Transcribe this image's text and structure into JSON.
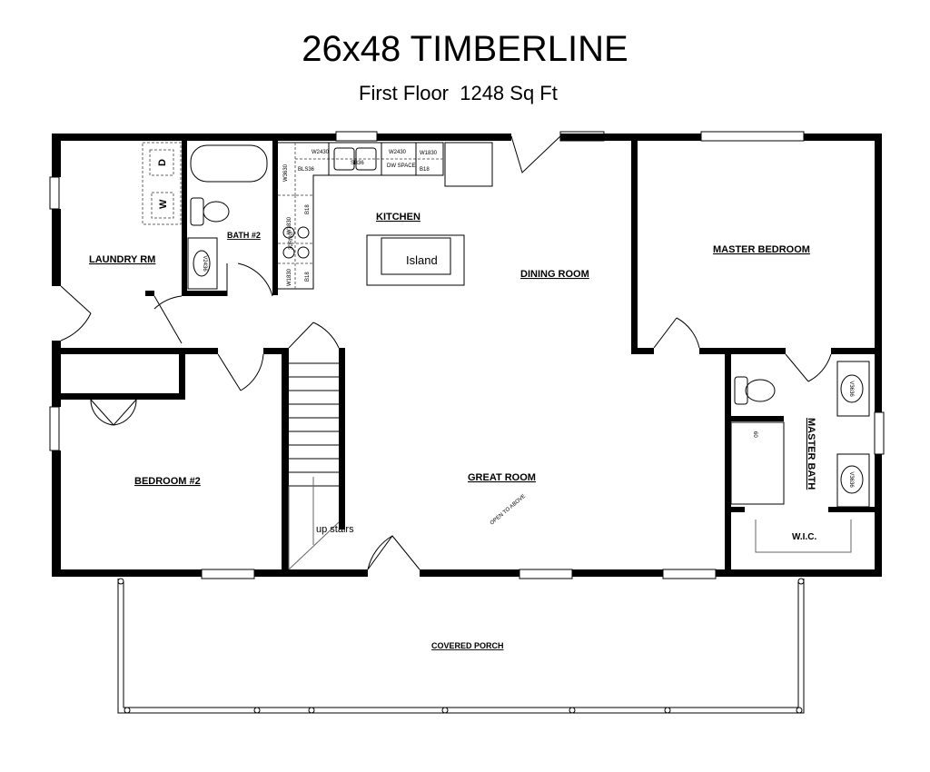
{
  "header": {
    "title": "26x48 TIMBERLINE",
    "subtitle": "First Floor  1248 Sq Ft"
  },
  "rooms": {
    "laundry": "LAUNDRY RM",
    "bath2": "BATH #2",
    "kitchen": "KITCHEN",
    "island": "Island",
    "dining": "DINING ROOM",
    "master_bedroom": "MASTER BEDROOM",
    "bedroom2": "BEDROOM #2",
    "great_room": "GREAT ROOM",
    "open_to_above": "OPEN TO ABOVE",
    "stairs": "up stairs",
    "master_bath": "MASTER BATH",
    "wic": "W.I.C.",
    "porch": "COVERED PORCH"
  },
  "appliances": {
    "dryer": "D",
    "washer": "W"
  },
  "cabinets": {
    "w2430a": "W2430",
    "bls36": "BLS36",
    "sb36": "SB36",
    "w2430b": "W2430",
    "dw": "DW SPACE",
    "w1830a": "W1830",
    "b18a": "B18",
    "w3630": "W3630",
    "w1830b": "W1830",
    "b18b": "B18",
    "range": "30RNG",
    "w1830c": "W1830",
    "b18c": "B18",
    "v_bath2": "V2436",
    "v_master1": "V3636",
    "v_master2": "V3636",
    "shower": "60"
  }
}
